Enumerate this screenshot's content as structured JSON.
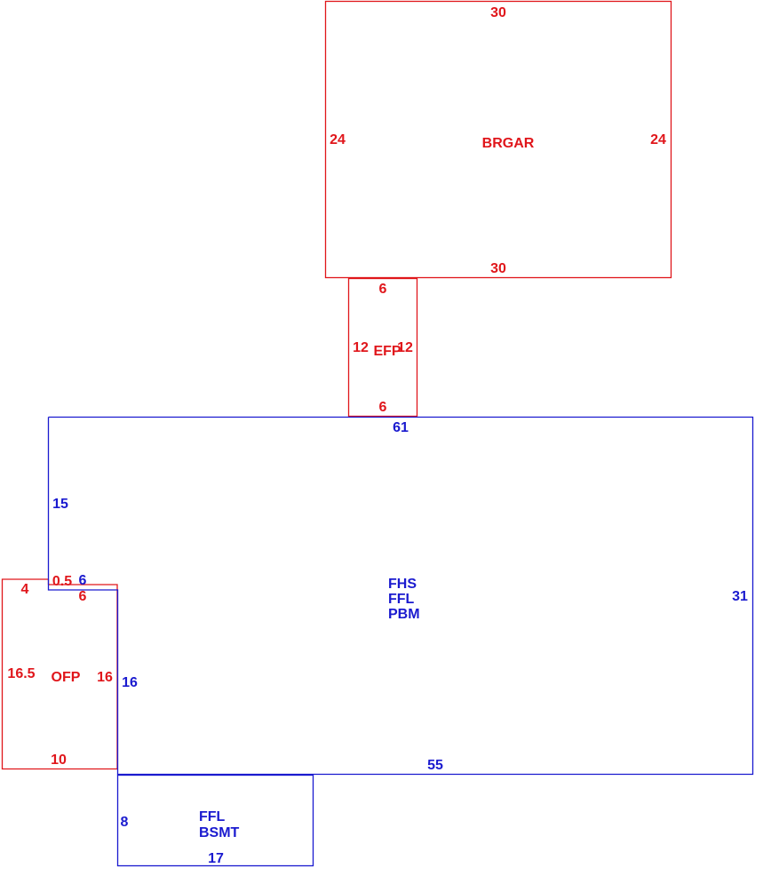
{
  "areas": {
    "garage": {
      "code": "BRGAR",
      "top": "30",
      "bottom": "30",
      "left": "24",
      "right": "24"
    },
    "porch_enclosed": {
      "code": "EFP",
      "top": "6",
      "bottom": "6",
      "left": "12",
      "right": "12"
    },
    "main_house": {
      "codes": [
        "FHS",
        "FFL",
        "PBM"
      ],
      "top": "61",
      "right": "31",
      "bottom": "55",
      "left_upper": "15",
      "step_top": "6",
      "step_bottom": "6",
      "left_lower": "16"
    },
    "porch_open": {
      "code": "OFP",
      "top_left": "4",
      "top_right": "0.5",
      "left": "16.5",
      "right": "16",
      "bottom": "10"
    },
    "basement": {
      "codes": [
        "FFL",
        "BSMT"
      ],
      "left": "8",
      "bottom": "17"
    }
  },
  "colors": {
    "red": "#e0161b",
    "blue": "#1a1acf"
  }
}
